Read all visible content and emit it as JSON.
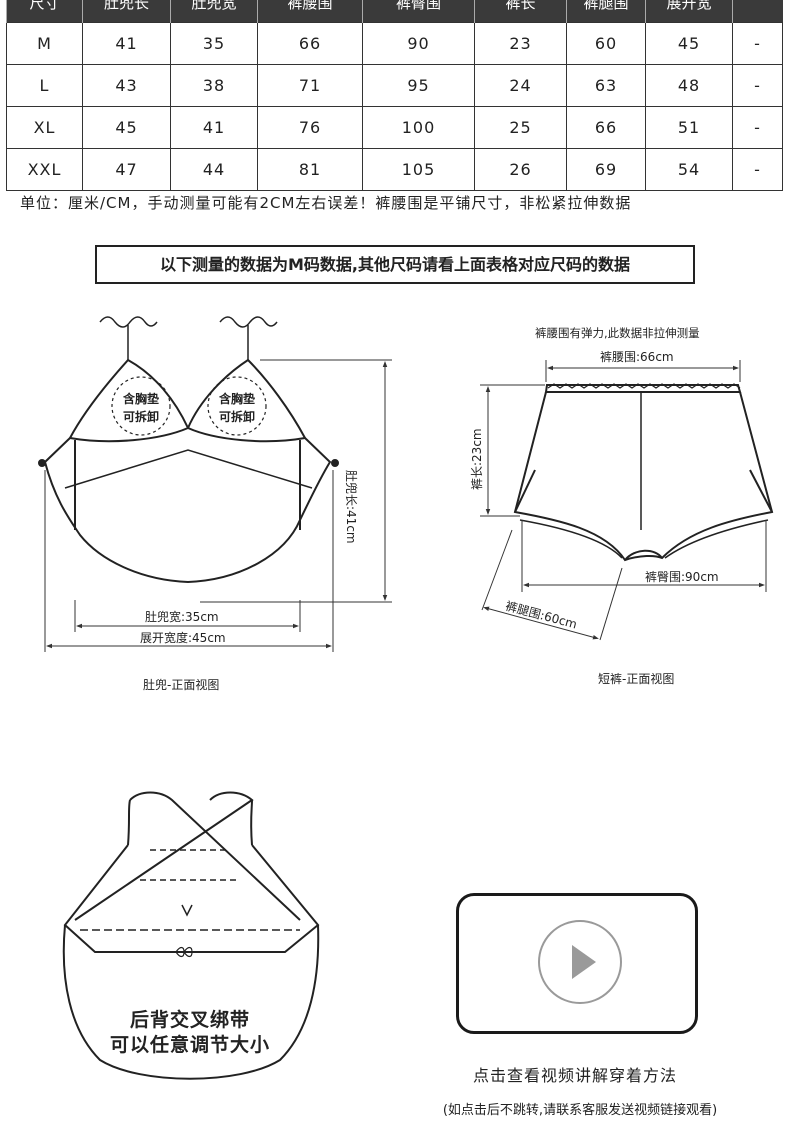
{
  "size_table": {
    "headers": [
      "尺寸",
      "肚兜长",
      "肚兜宽",
      "裤腰围",
      "裤臀围",
      "裤长",
      "裤腿围",
      "展开宽",
      ""
    ],
    "rows": [
      [
        "M",
        "41",
        "35",
        "66",
        "90",
        "23",
        "60",
        "45",
        "-"
      ],
      [
        "L",
        "43",
        "38",
        "71",
        "95",
        "24",
        "63",
        "48",
        "-"
      ],
      [
        "XL",
        "45",
        "41",
        "76",
        "100",
        "25",
        "66",
        "51",
        "-"
      ],
      [
        "XXL",
        "47",
        "44",
        "81",
        "105",
        "26",
        "69",
        "54",
        "-"
      ]
    ]
  },
  "unit_note": "单位：厘米/CM，手动测量可能有2CM左右误差！裤腰围是平铺尺寸，非松紧拉伸数据",
  "notice": "以下测量的数据为M码数据,其他尺码请看上面表格对应尺码的数据",
  "top_diagram": {
    "pad_left": [
      "含胸垫",
      "可拆卸"
    ],
    "pad_right": [
      "含胸垫",
      "可拆卸"
    ],
    "length_label": "肚兜长:41cm",
    "width_label": "肚兜宽:35cm",
    "spread_label": "展开宽度:45cm",
    "caption": "肚兜-正面视图"
  },
  "shorts_diagram": {
    "note": "裤腰围有弹力,此数据非拉伸测量",
    "waist_label": "裤腰围:66cm",
    "length_label": "裤长:23cm",
    "hip_label": "裤臀围:90cm",
    "leg_label": "裤腿围:60cm",
    "caption": "短裤-正面视图"
  },
  "back_diagram": {
    "line1": "后背交叉绑带",
    "line2": "可以任意调节大小"
  },
  "video": {
    "caption": "点击查看视频讲解穿着方法",
    "note": "(如点击后不跳转,请联系客服发送视频链接观看)"
  }
}
